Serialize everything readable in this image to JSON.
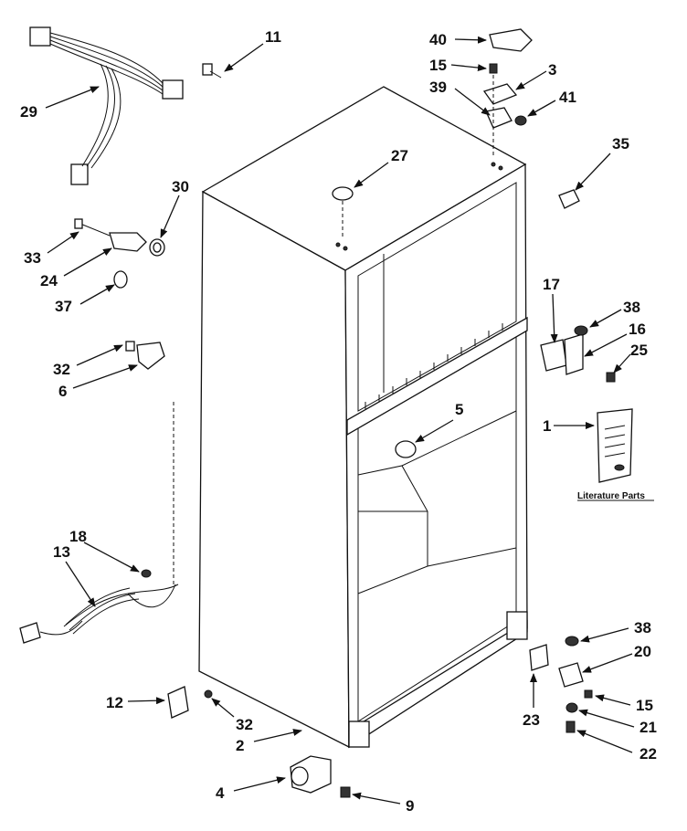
{
  "callouts": {
    "p1": "1",
    "p2": "2",
    "p3": "3",
    "p4": "4",
    "p5": "5",
    "p6": "6",
    "p9": "9",
    "p11": "11",
    "p12": "12",
    "p13": "13",
    "p15a": "15",
    "p15b": "15",
    "p16": "16",
    "p17": "17",
    "p18": "18",
    "p20": "20",
    "p21": "21",
    "p22": "22",
    "p23": "23",
    "p24": "24",
    "p25": "25",
    "p27": "27",
    "p29": "29",
    "p30": "30",
    "p32a": "32",
    "p32b": "32",
    "p33": "33",
    "p35": "35",
    "p37": "37",
    "p38a": "38",
    "p38b": "38",
    "p39": "39",
    "p40": "40",
    "p41": "41"
  },
  "literature_caption": "Literature Parts"
}
